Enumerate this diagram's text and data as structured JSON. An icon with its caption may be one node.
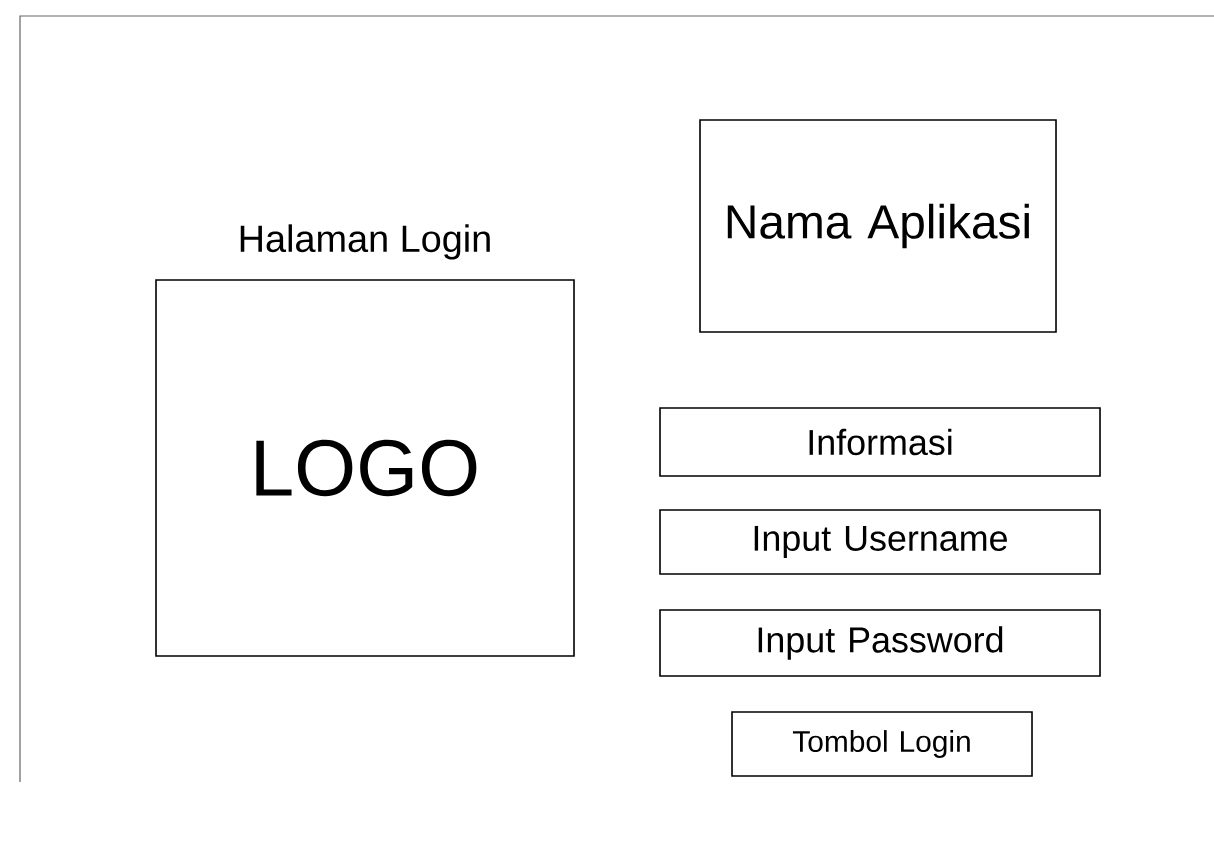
{
  "diagram": {
    "nodes": [
      {
        "text": [
          "Halaman Login",
          "LOGO"
        ]
      },
      {
        "text": [
          "Nama Aplikasi"
        ]
      },
      {
        "text": [
          "Informasi"
        ]
      },
      {
        "text": [
          "Input Username"
        ]
      },
      {
        "text": [
          "Input Password"
        ]
      },
      {
        "text": [
          "Tombol Login"
        ]
      }
    ]
  }
}
